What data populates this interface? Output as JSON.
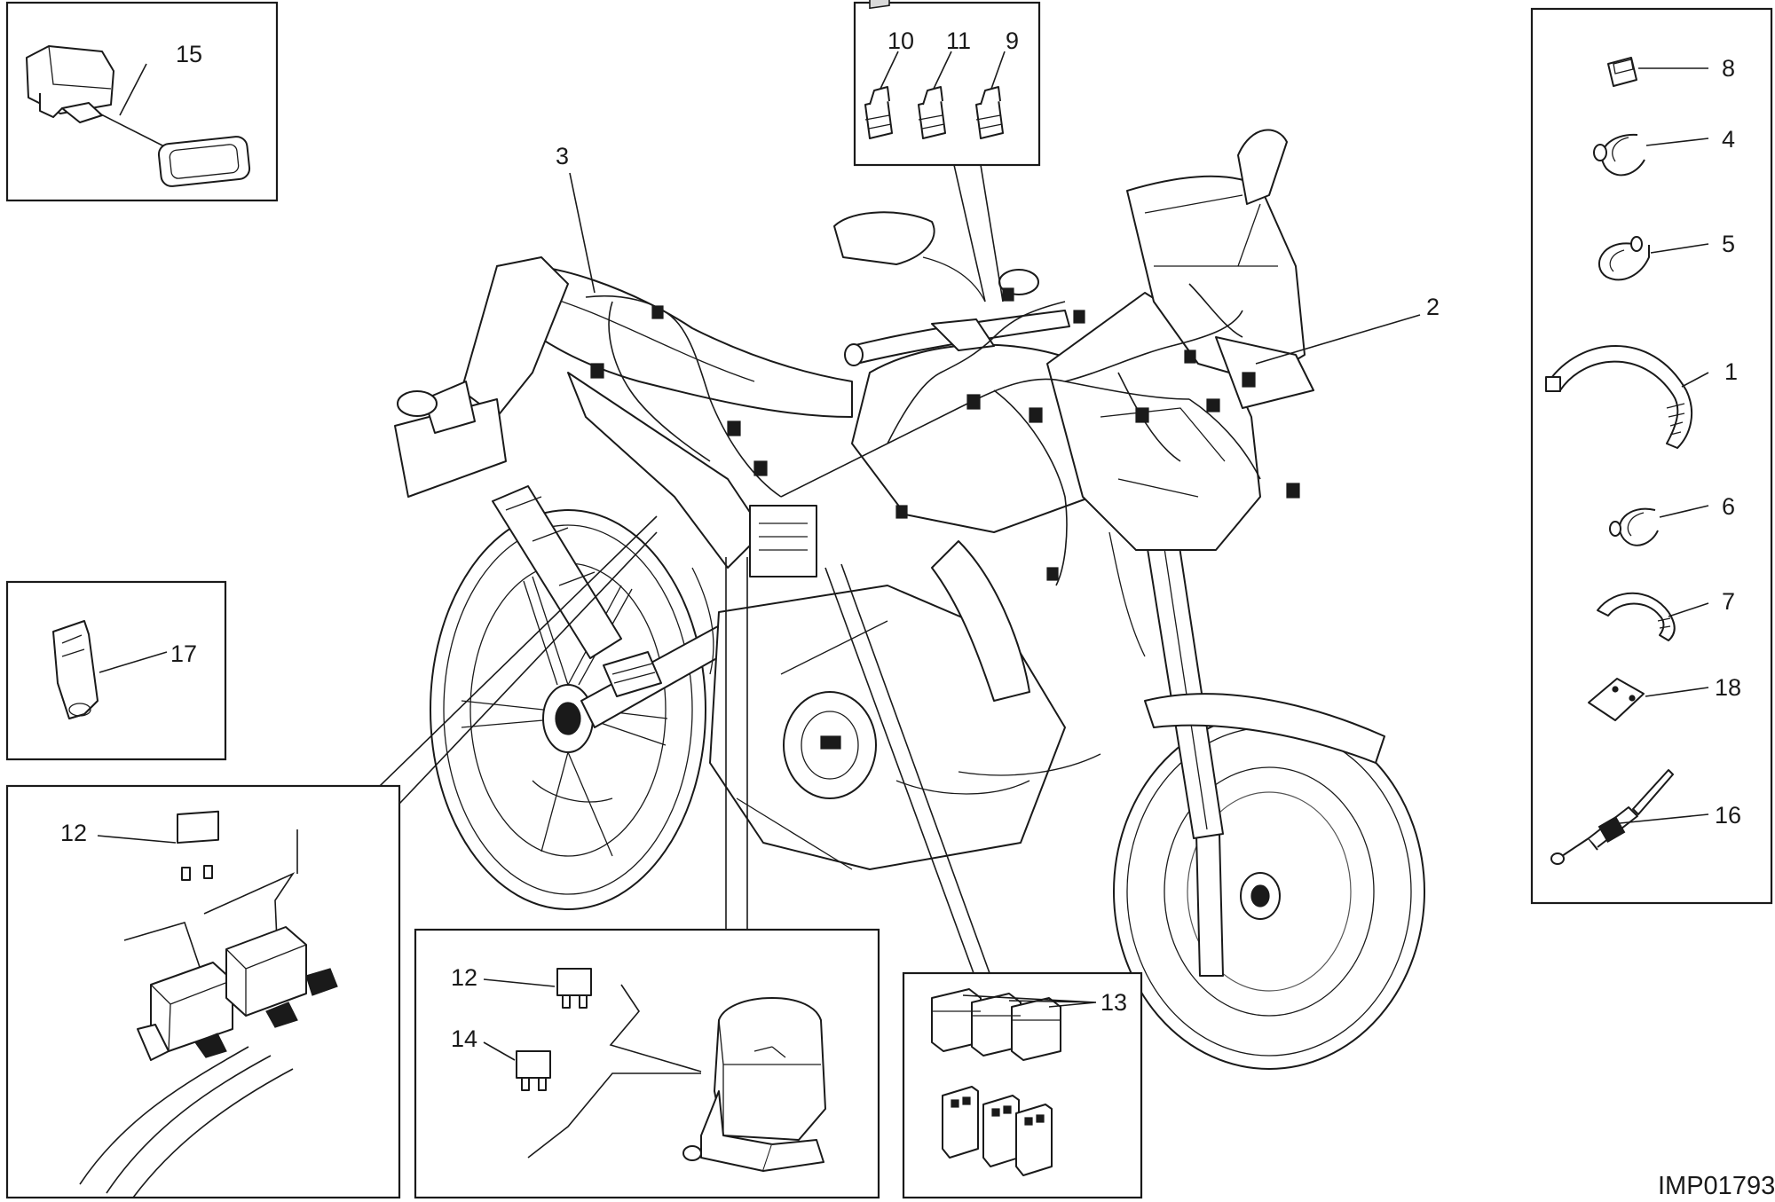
{
  "drawing_code": "IMP01793",
  "callouts": {
    "c1": "1",
    "c2": "2",
    "c3": "3",
    "c4": "4",
    "c5": "5",
    "c6": "6",
    "c7": "7",
    "c8": "8",
    "c9": "9",
    "c10": "10",
    "c11": "11",
    "c12a": "12",
    "c12b": "12",
    "c13": "13",
    "c14": "14",
    "c15": "15",
    "c16": "16",
    "c17": "17",
    "c18": "18"
  }
}
